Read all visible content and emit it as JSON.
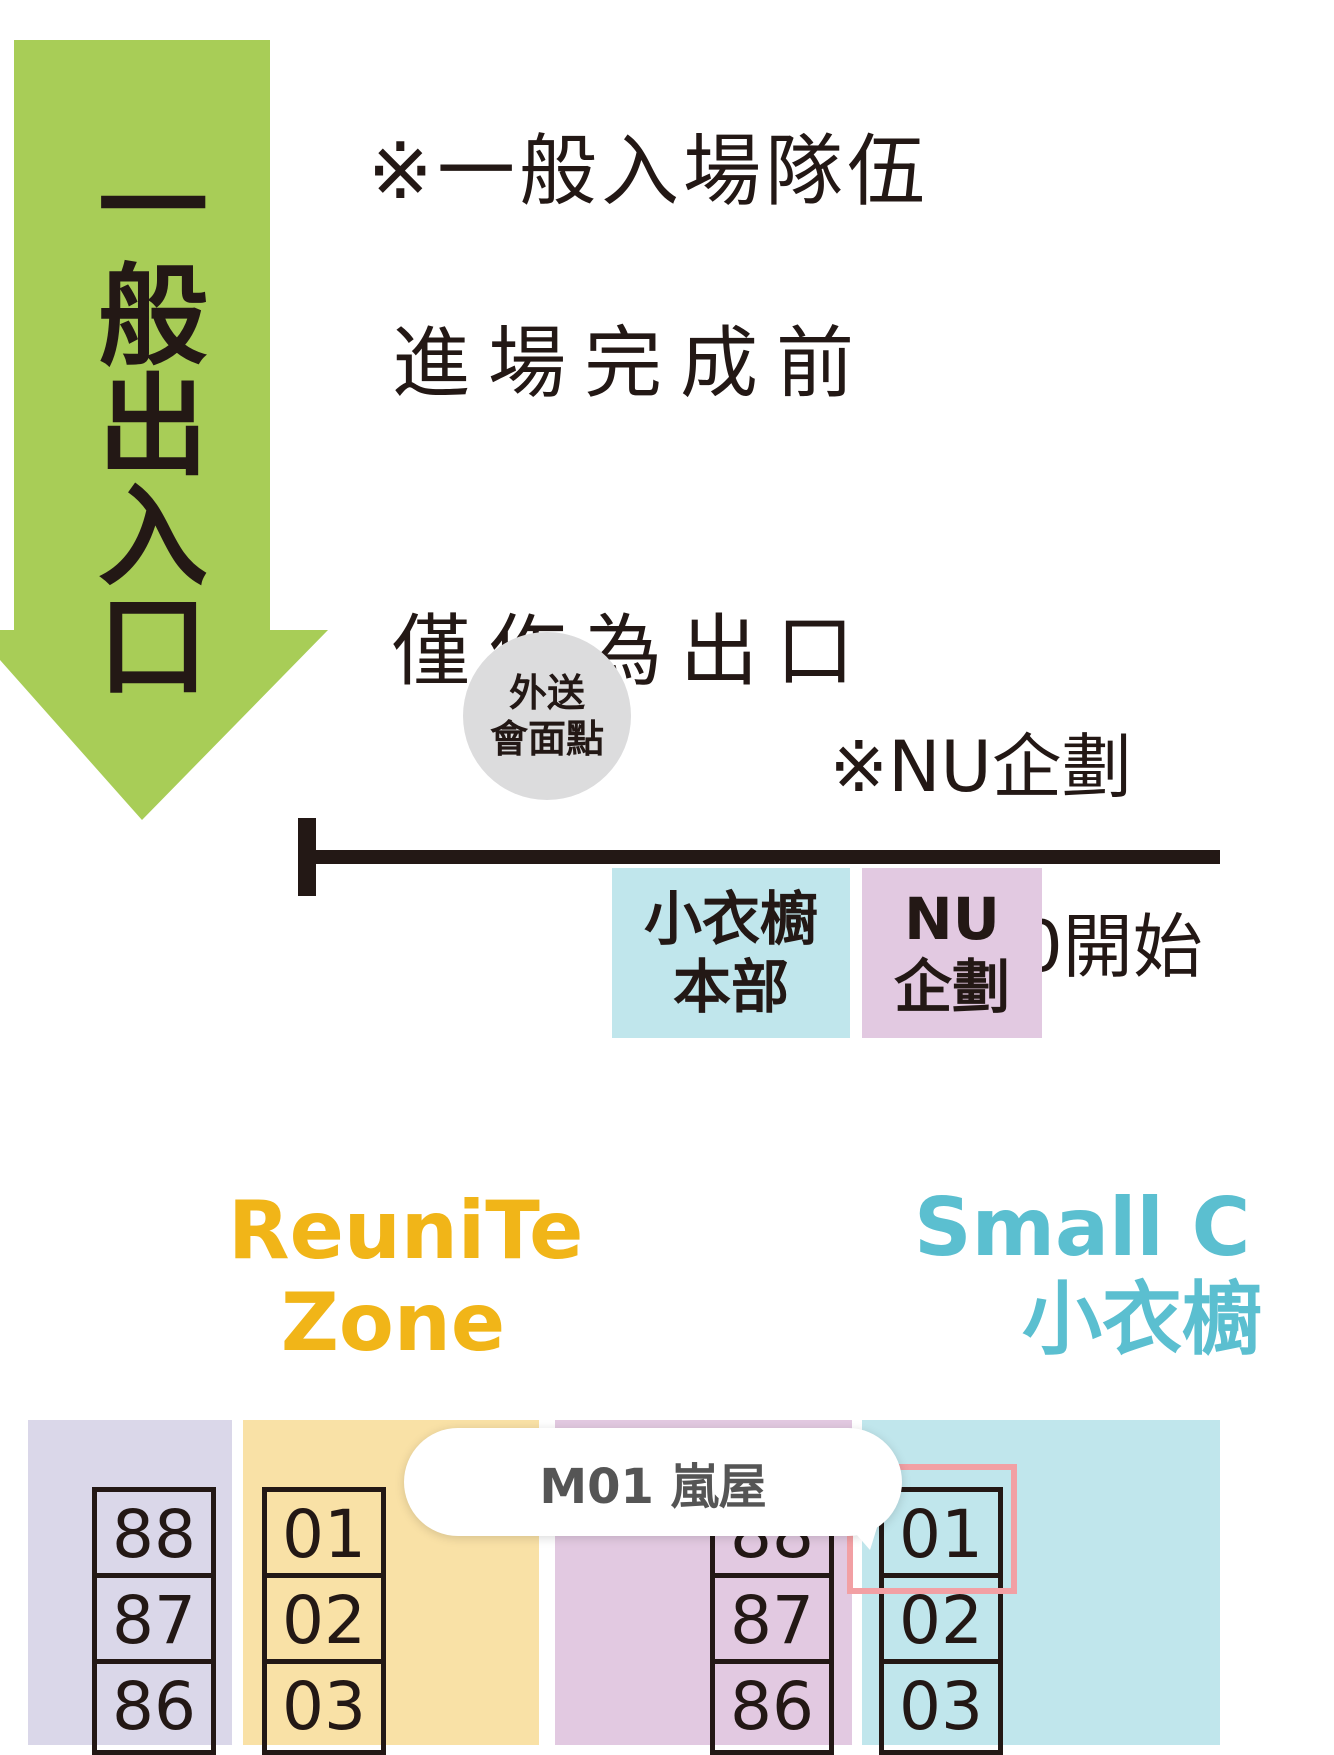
{
  "entrance": {
    "label": "一般出入口",
    "arrow_color": "#a8cd57"
  },
  "note_general_exit": {
    "lines": [
      "※一般入場隊伍",
      "進場完成前",
      "僅作為出口"
    ]
  },
  "pickup_point": {
    "lines": [
      "外送",
      "會面點"
    ]
  },
  "note_nu": {
    "lines": [
      "※NU企劃",
      "13:30開始"
    ]
  },
  "booths": {
    "closet": {
      "lines": [
        "小衣櫥",
        "本部"
      ],
      "color": "#c0e6ec"
    },
    "nu": {
      "lines": [
        "NU",
        "企劃"
      ],
      "color": "#e2c9e1"
    }
  },
  "zones": {
    "reunite": {
      "lines": [
        "ReuniTe",
        "Zone"
      ],
      "color": "#f1b518"
    },
    "small_closet": {
      "lines": [
        "Small C",
        "小衣櫥"
      ],
      "color": "#5bbfd0"
    }
  },
  "columns": {
    "a": {
      "color": "#dad7e9",
      "numbers": [
        "88",
        "87",
        "86"
      ]
    },
    "b": {
      "color": "#f9e1a6",
      "numbers": [
        "01",
        "02",
        "03"
      ]
    },
    "c": {
      "color": "#e2c9e1",
      "numbers": [
        "88",
        "87",
        "86"
      ]
    },
    "d": {
      "color": "#c0e6ec",
      "numbers": [
        "01",
        "02",
        "03"
      ]
    }
  },
  "tooltip": {
    "text": "M01 嵐屋"
  },
  "highlight_color": "#f2a0a4"
}
